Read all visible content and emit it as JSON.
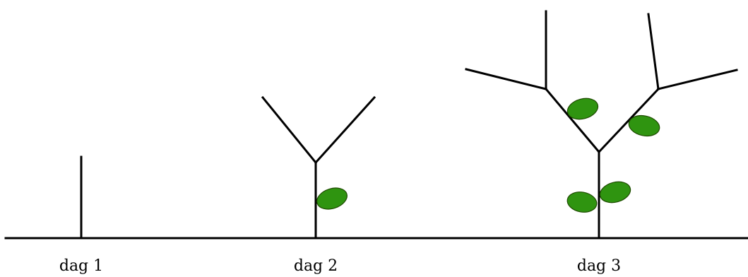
{
  "days": [
    {
      "label": "dag 1"
    },
    {
      "label": "dag 2"
    },
    {
      "label": "dag 3"
    }
  ],
  "colors": {
    "leaf_fill": "#2f9410",
    "leaf_stroke": "#1e4a00",
    "line": "#000000",
    "background": "#ffffff"
  }
}
